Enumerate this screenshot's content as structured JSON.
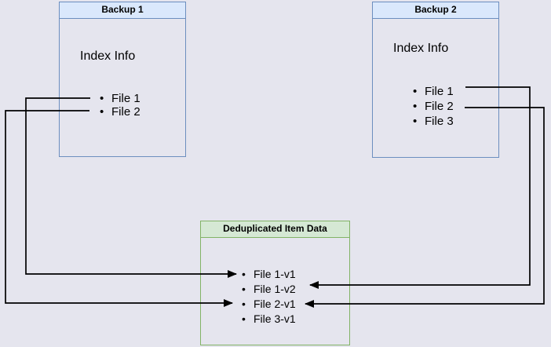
{
  "diagram": {
    "background_color": "#E5E5EE",
    "connector_color": "#000000",
    "boxes": {
      "backup1": {
        "title": "Backup 1",
        "heading": "Index Info",
        "items": [
          "File 1",
          "File 2"
        ],
        "border_color": "#6C8EBF",
        "title_fill": "#DAE8FC"
      },
      "backup2": {
        "title": "Backup 2",
        "heading": "Index Info",
        "items": [
          "File 1",
          "File 2",
          "File 3"
        ],
        "border_color": "#6C8EBF",
        "title_fill": "#DAE8FC"
      },
      "dedup": {
        "title": "Deduplicated Item Data",
        "items": [
          "File 1-v1",
          "File 1-v2",
          "File 2-v1",
          "File 3-v1"
        ],
        "border_color": "#82B366",
        "title_fill": "#D5E8D4"
      }
    },
    "connectors": [
      {
        "from": "Backup 1 / File 1",
        "to": "File 1-v1"
      },
      {
        "from": "Backup 1 / File 2",
        "to": "File 2-v1"
      },
      {
        "from": "Backup 2 / File 1",
        "to": "File 1-v2"
      },
      {
        "from": "Backup 2 / File 2",
        "to": "File 2-v1"
      }
    ]
  }
}
